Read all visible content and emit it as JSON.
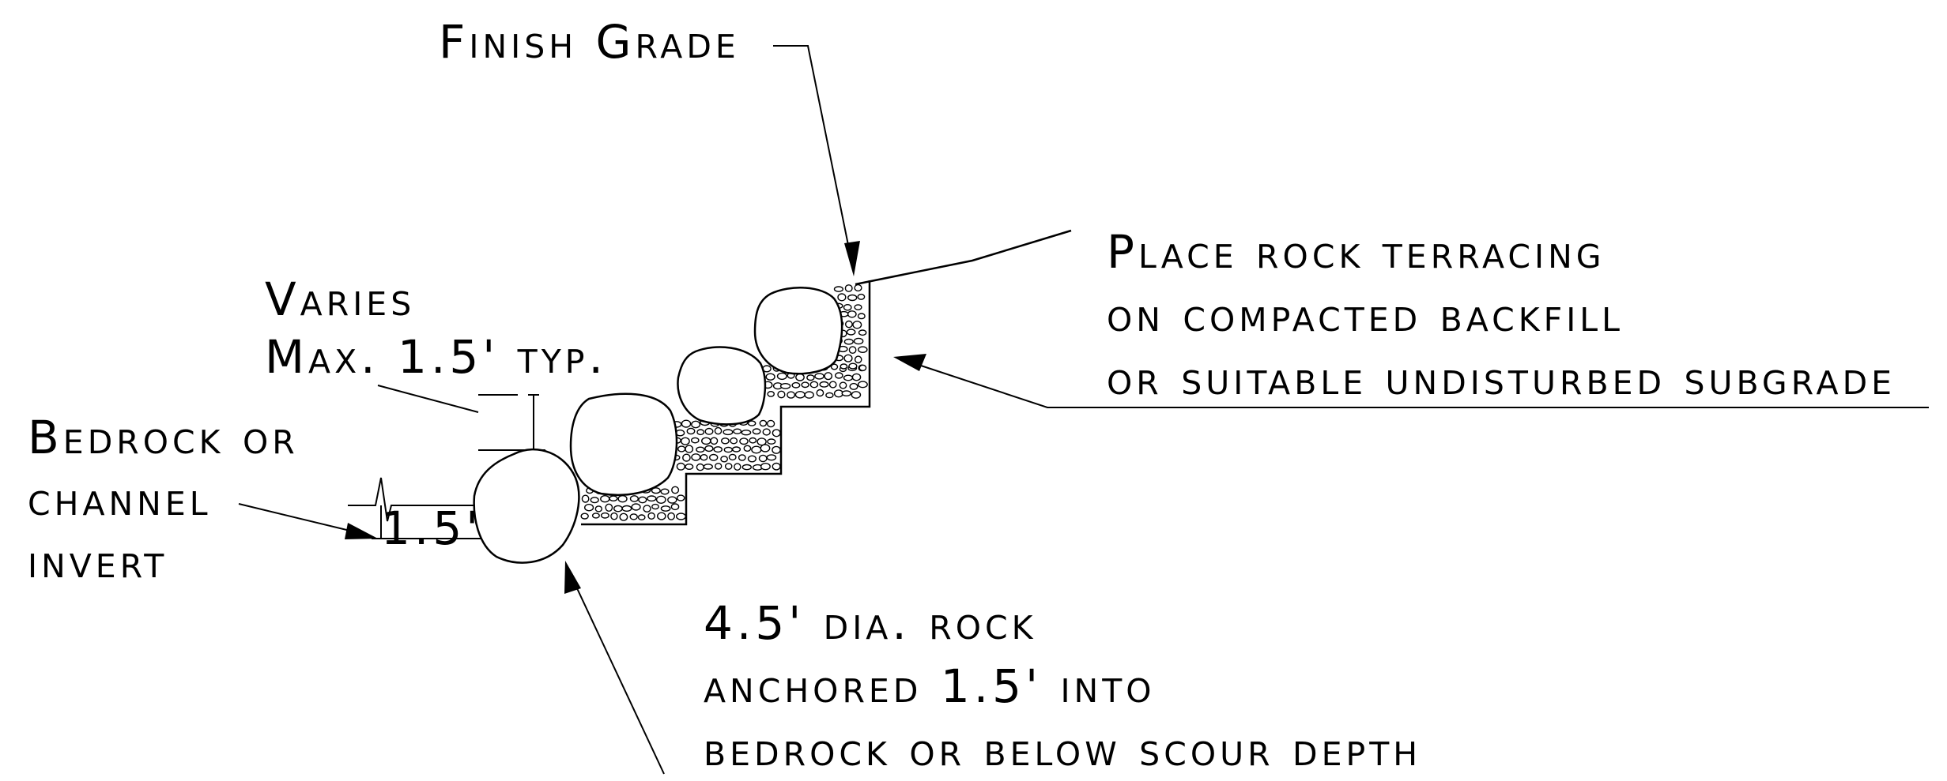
{
  "labels": {
    "finish_grade": "Finish Grade",
    "place_rock_1": "Place rock terracing",
    "place_rock_2": "on compacted backfill",
    "place_rock_3": "or suitable undisturbed subgrade",
    "varies_1": "Varies",
    "varies_2": "Max. 1.5' typ.",
    "bedrock_1": "Bedrock or",
    "bedrock_2": "channel",
    "bedrock_3": "invert",
    "dim_15": "1.5'",
    "rock_note_1": "4.5' dia. rock",
    "rock_note_2": "anchored 1.5' into",
    "rock_note_3": "bedrock or below scour depth"
  },
  "colors": {
    "ink": "#000000",
    "paper": "#ffffff"
  }
}
